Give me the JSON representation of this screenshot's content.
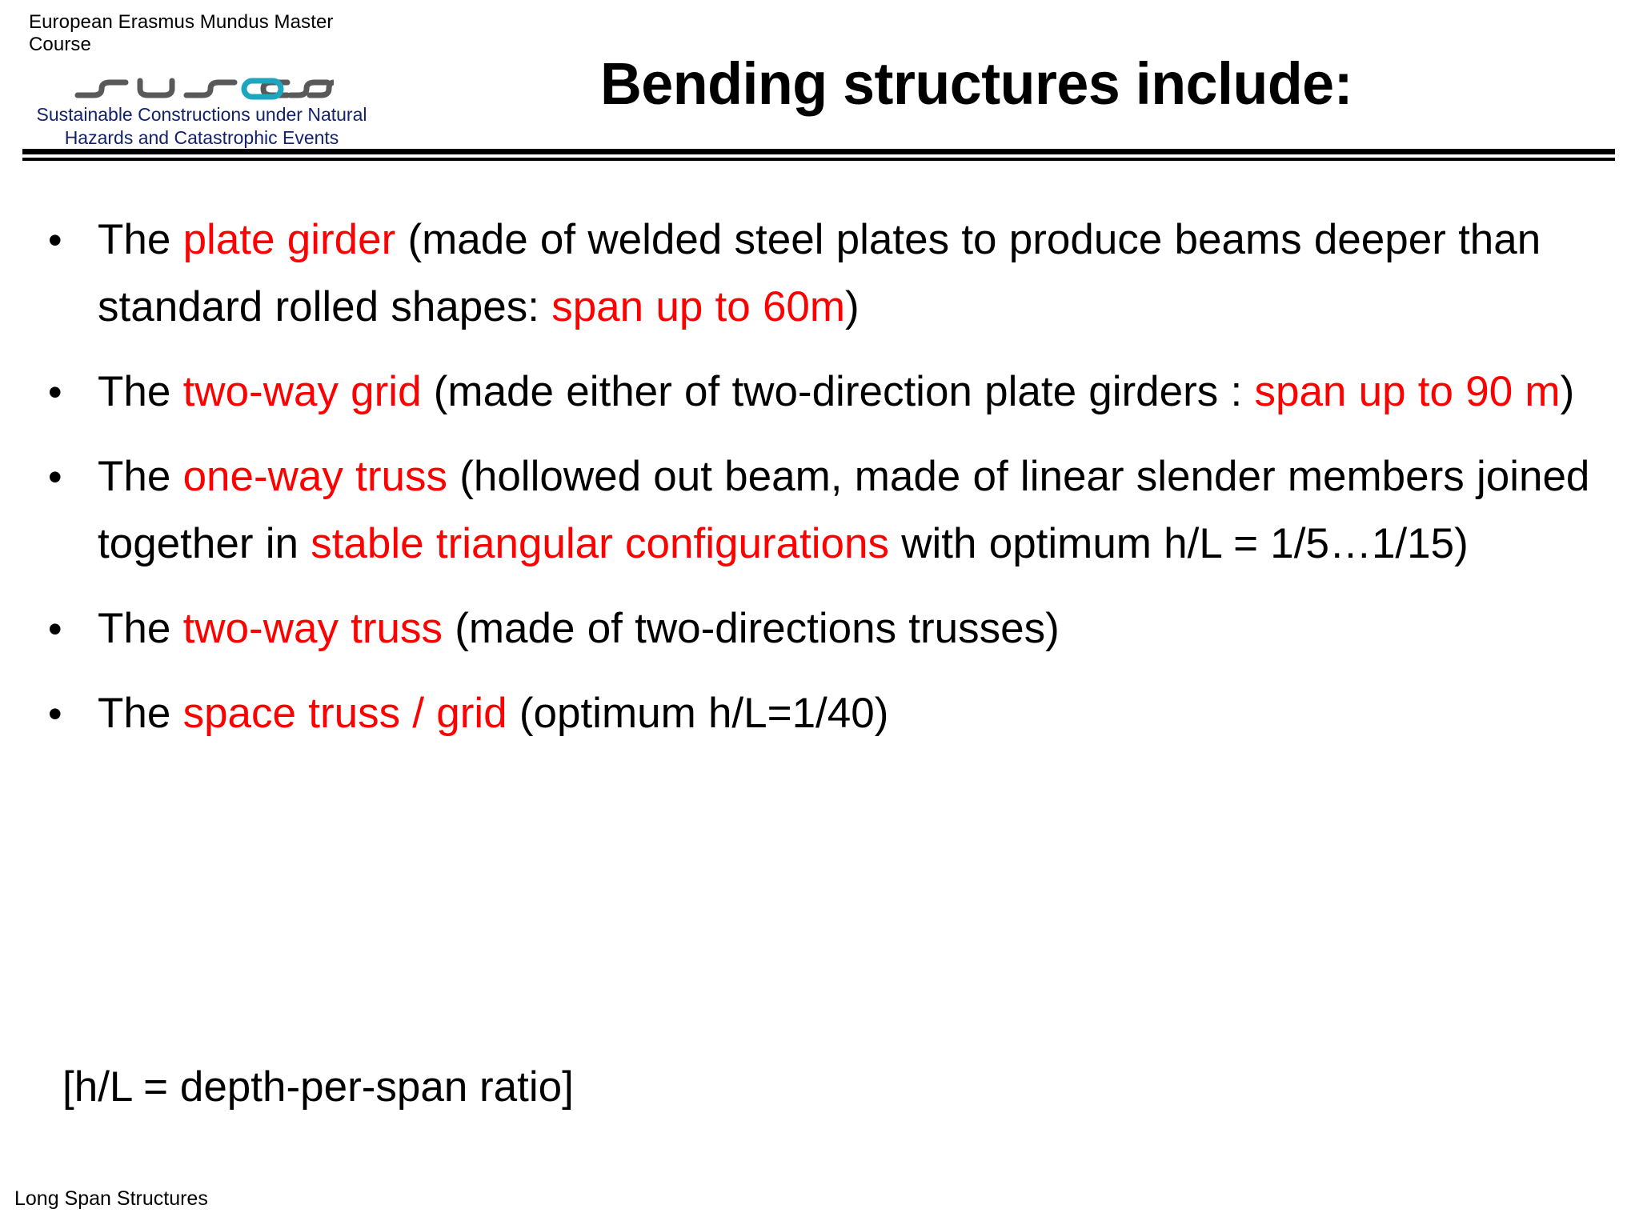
{
  "header": {
    "logo": {
      "top_line": "European Erasmus Mundus Master Course",
      "wordmark": "suscos",
      "subtitle_line1": "Sustainable Constructions  under Natural",
      "subtitle_line2": "Hazards and Catastrophic Events",
      "wordmark_accent_color": "#1ba7bf",
      "wordmark_color": "#595959",
      "subtitle_color": "#14216b"
    },
    "title": "Bending structures include:"
  },
  "colors": {
    "highlight_red": "#fe0000",
    "text_black": "#000000"
  },
  "bullets": [
    {
      "marker": "•",
      "segments": [
        {
          "text": "The ",
          "color": "black"
        },
        {
          "text": "plate girder",
          "color": "red"
        },
        {
          "text": " (made of welded steel plates to produce beams deeper than standard rolled shapes: ",
          "color": "black"
        },
        {
          "text": "span up to 60m",
          "color": "red"
        },
        {
          "text": ")",
          "color": "black"
        }
      ]
    },
    {
      "marker": "•",
      "segments": [
        {
          "text": "The ",
          "color": "black"
        },
        {
          "text": "two-way grid",
          "color": "red"
        },
        {
          "text": " (made either of two-direction plate girders : ",
          "color": "black"
        },
        {
          "text": "span up to 90 m",
          "color": "red"
        },
        {
          "text": ")",
          "color": "black"
        }
      ]
    },
    {
      "marker": "•",
      "segments": [
        {
          "text": "The ",
          "color": "black"
        },
        {
          "text": "one-way truss",
          "color": "red"
        },
        {
          "text": " (hollowed out beam, made of linear slender members joined together in ",
          "color": "black"
        },
        {
          "text": "stable triangular configurations",
          "color": "red"
        },
        {
          "text": " with optimum h/L = 1/5…1/15)",
          "color": "black"
        }
      ]
    },
    {
      "marker": "•",
      "segments": [
        {
          "text": "The ",
          "color": "black"
        },
        {
          "text": "two-way truss",
          "color": "red"
        },
        {
          "text": " (made of two-directions trusses)",
          "color": "black"
        }
      ]
    },
    {
      "marker": "•",
      "segments": [
        {
          "text": "The ",
          "color": "black"
        },
        {
          "text": "space truss / grid",
          "color": "red"
        },
        {
          "text": " (optimum h/L=1/40)",
          "color": "black"
        }
      ]
    }
  ],
  "note": "[h/L = depth-per-span ratio]",
  "footer": "Long Span Structures"
}
